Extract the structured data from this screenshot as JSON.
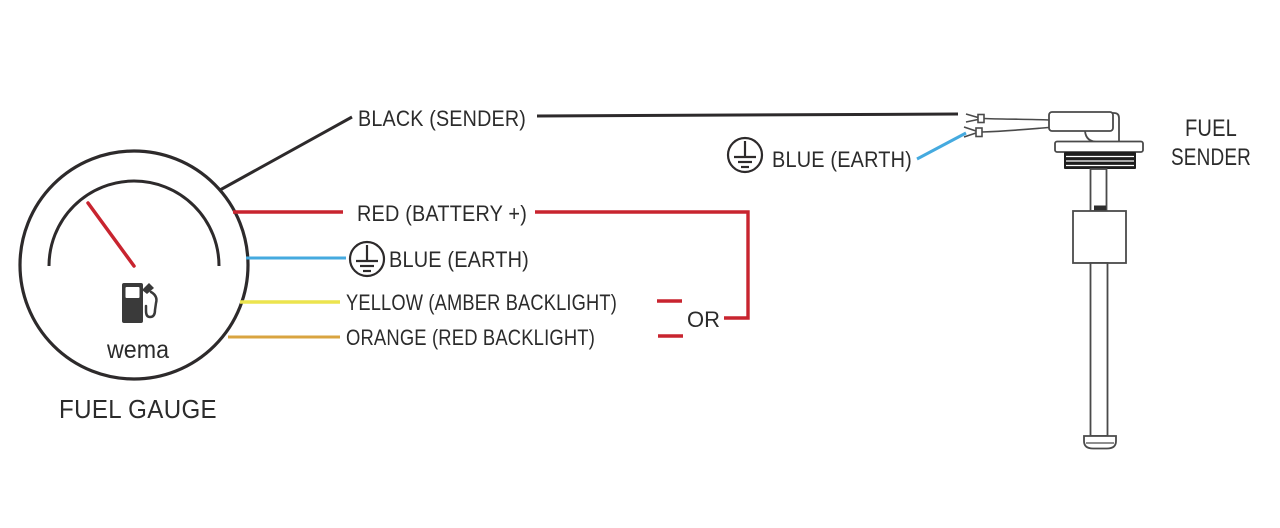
{
  "page": {
    "background": "#ffffff"
  },
  "colors": {
    "line_black": "#2d2a2b",
    "wire_red": "#c8242f",
    "wire_blue": "#45aadf",
    "wire_yellow": "#ece44e",
    "wire_orange": "#d9a440",
    "needle_red": "#c8242f",
    "sender_outline": "#4a4a4a",
    "thread_dark": "#1e1e1e",
    "pump_icon": "#3a3a3a",
    "text": "#2b2b2b"
  },
  "gauge": {
    "label": "FUEL GAUGE",
    "brand": "wema"
  },
  "wires": {
    "black": {
      "label": "BLACK (SENDER)"
    },
    "red": {
      "label": "RED (BATTERY +)"
    },
    "blue": {
      "label": "BLUE (EARTH)"
    },
    "yellow": {
      "label": "YELLOW (AMBER BACKLIGHT)"
    },
    "orange": {
      "label": "ORANGE (RED BACKLIGHT)"
    },
    "or_label": "OR"
  },
  "sender": {
    "label_line1": "FUEL",
    "label_line2": "SENDER",
    "earth_label": "BLUE (EARTH)"
  },
  "icons": {
    "earth": "earth-ground-icon",
    "fuel_pump": "fuel-pump-icon"
  }
}
